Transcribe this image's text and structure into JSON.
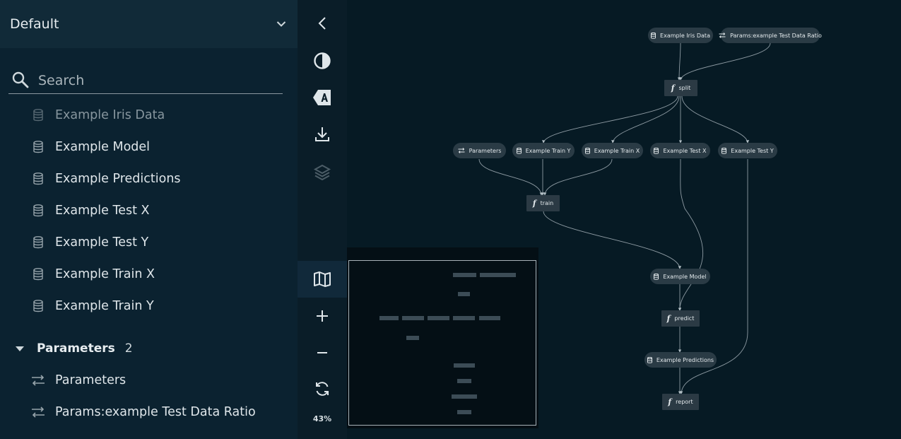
{
  "sidebar": {
    "pipeline": "Default",
    "search_placeholder": "Search",
    "datasets": [
      {
        "label": "Example Iris Data"
      },
      {
        "label": "Example Model"
      },
      {
        "label": "Example Predictions"
      },
      {
        "label": "Example Test X"
      },
      {
        "label": "Example Test Y"
      },
      {
        "label": "Example Train X"
      },
      {
        "label": "Example Train Y"
      }
    ],
    "parameters_group": {
      "label": "Parameters",
      "count": "2"
    },
    "parameters": [
      {
        "label": "Parameters"
      },
      {
        "label": "Params:example Test Data Ratio"
      }
    ]
  },
  "toolbar": {
    "zoom": "43%"
  },
  "graph": {
    "nodes": {
      "iris": "Example Iris Data",
      "ratio": "Params:example Test Data Ratio",
      "split": "split",
      "parameters": "Parameters",
      "train_y": "Example Train Y",
      "train_x": "Example Train X",
      "test_x": "Example Test X",
      "test_y": "Example Test Y",
      "train": "train",
      "model": "Example Model",
      "predict": "predict",
      "predictions": "Example Predictions",
      "report": "report"
    }
  },
  "colors": {
    "sidebar_bg": "#0b2230",
    "canvas_bg": "#061a24",
    "node_bg": "#2a3b45",
    "edge": "#8e9ba3"
  }
}
